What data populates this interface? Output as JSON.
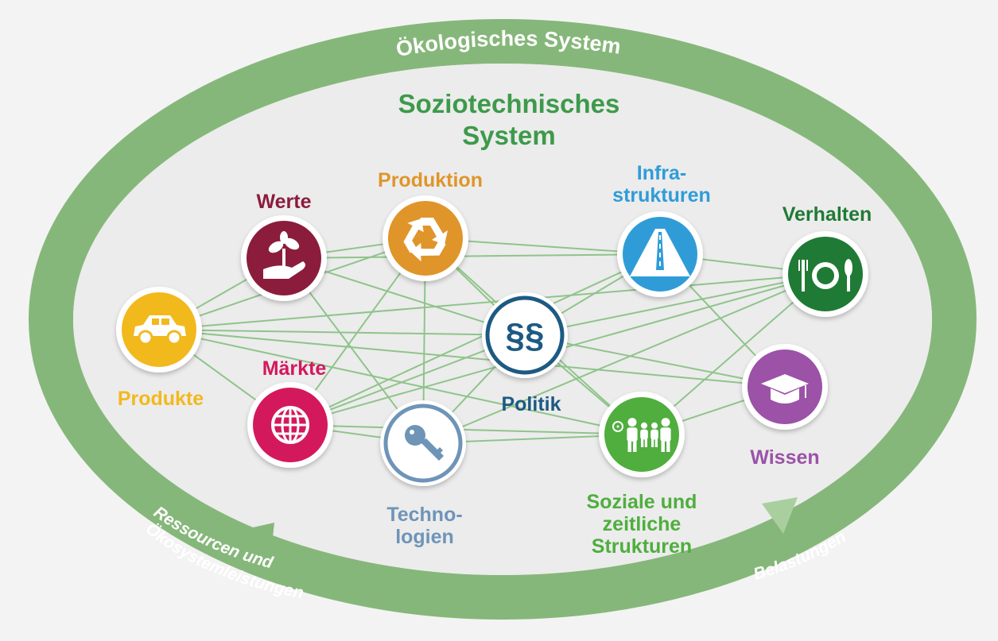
{
  "colors": {
    "ring": "#86b77a",
    "ring_text": "#ffffff",
    "inner_bg": "#ececec",
    "edge": "#8fc48a",
    "title": "#3d9a4a"
  },
  "outer_system": {
    "label": "Ökologisches System"
  },
  "inner_system": {
    "title_line1": "Soziotechnisches",
    "title_line2": "System"
  },
  "flows": {
    "resources_line1": "Ressourcen und",
    "resources_line2": "Ökosystemleistungen",
    "burdens": "Belastungen"
  },
  "nodes": [
    {
      "id": "werte",
      "label_lines": [
        "Werte"
      ],
      "color": "#8b1c3c",
      "icon": "plant-in-hand-icon"
    },
    {
      "id": "produktion",
      "label_lines": [
        "Produktion"
      ],
      "color": "#e0952a",
      "icon": "recycle-icon"
    },
    {
      "id": "infrastrukturen",
      "label_lines": [
        "Infra-",
        "strukturen"
      ],
      "color": "#2f9cd8",
      "icon": "road-icon"
    },
    {
      "id": "verhalten",
      "label_lines": [
        "Verhalten"
      ],
      "color": "#1f7a35",
      "icon": "plate-cutlery-icon"
    },
    {
      "id": "produkte",
      "label_lines": [
        "Produkte"
      ],
      "color": "#f2b91d",
      "icon": "car-icon"
    },
    {
      "id": "politik",
      "label_lines": [
        "Politik"
      ],
      "color": "#1d5a83",
      "icon": "paragraph-icon"
    },
    {
      "id": "maerkte",
      "label_lines": [
        "Märkte"
      ],
      "color": "#d3195c",
      "icon": "globe-icon"
    },
    {
      "id": "technologien",
      "label_lines": [
        "Techno-",
        "logien"
      ],
      "color": "#6e94b8",
      "icon": "key-icon"
    },
    {
      "id": "soziale",
      "label_lines": [
        "Soziale und",
        "zeitliche",
        "Strukturen"
      ],
      "color": "#4fae3e",
      "icon": "family-clock-icon"
    },
    {
      "id": "wissen",
      "label_lines": [
        "Wissen"
      ],
      "color": "#9b52a7",
      "icon": "graduation-cap-icon"
    }
  ],
  "connections": [
    [
      "werte",
      "produktion"
    ],
    [
      "werte",
      "produkte"
    ],
    [
      "werte",
      "politik"
    ],
    [
      "werte",
      "technologien"
    ],
    [
      "werte",
      "infrastrukturen"
    ],
    [
      "produktion",
      "produkte"
    ],
    [
      "produktion",
      "infrastrukturen"
    ],
    [
      "produktion",
      "maerkte"
    ],
    [
      "produktion",
      "technologien"
    ],
    [
      "produktion",
      "soziale"
    ],
    [
      "produktion",
      "politik"
    ],
    [
      "infrastrukturen",
      "verhalten"
    ],
    [
      "infrastrukturen",
      "wissen"
    ],
    [
      "infrastrukturen",
      "maerkte"
    ],
    [
      "infrastrukturen",
      "politik"
    ],
    [
      "verhalten",
      "produkte"
    ],
    [
      "verhalten",
      "politik"
    ],
    [
      "verhalten",
      "technologien"
    ],
    [
      "verhalten",
      "soziale"
    ],
    [
      "verhalten",
      "maerkte"
    ],
    [
      "produkte",
      "politik"
    ],
    [
      "produkte",
      "maerkte"
    ],
    [
      "produkte",
      "soziale"
    ],
    [
      "produkte",
      "wissen"
    ],
    [
      "politik",
      "maerkte"
    ],
    [
      "politik",
      "technologien"
    ],
    [
      "politik",
      "soziale"
    ],
    [
      "politik",
      "wissen"
    ],
    [
      "maerkte",
      "technologien"
    ],
    [
      "maerkte",
      "soziale"
    ],
    [
      "technologien",
      "soziale"
    ],
    [
      "soziale",
      "wissen"
    ]
  ]
}
